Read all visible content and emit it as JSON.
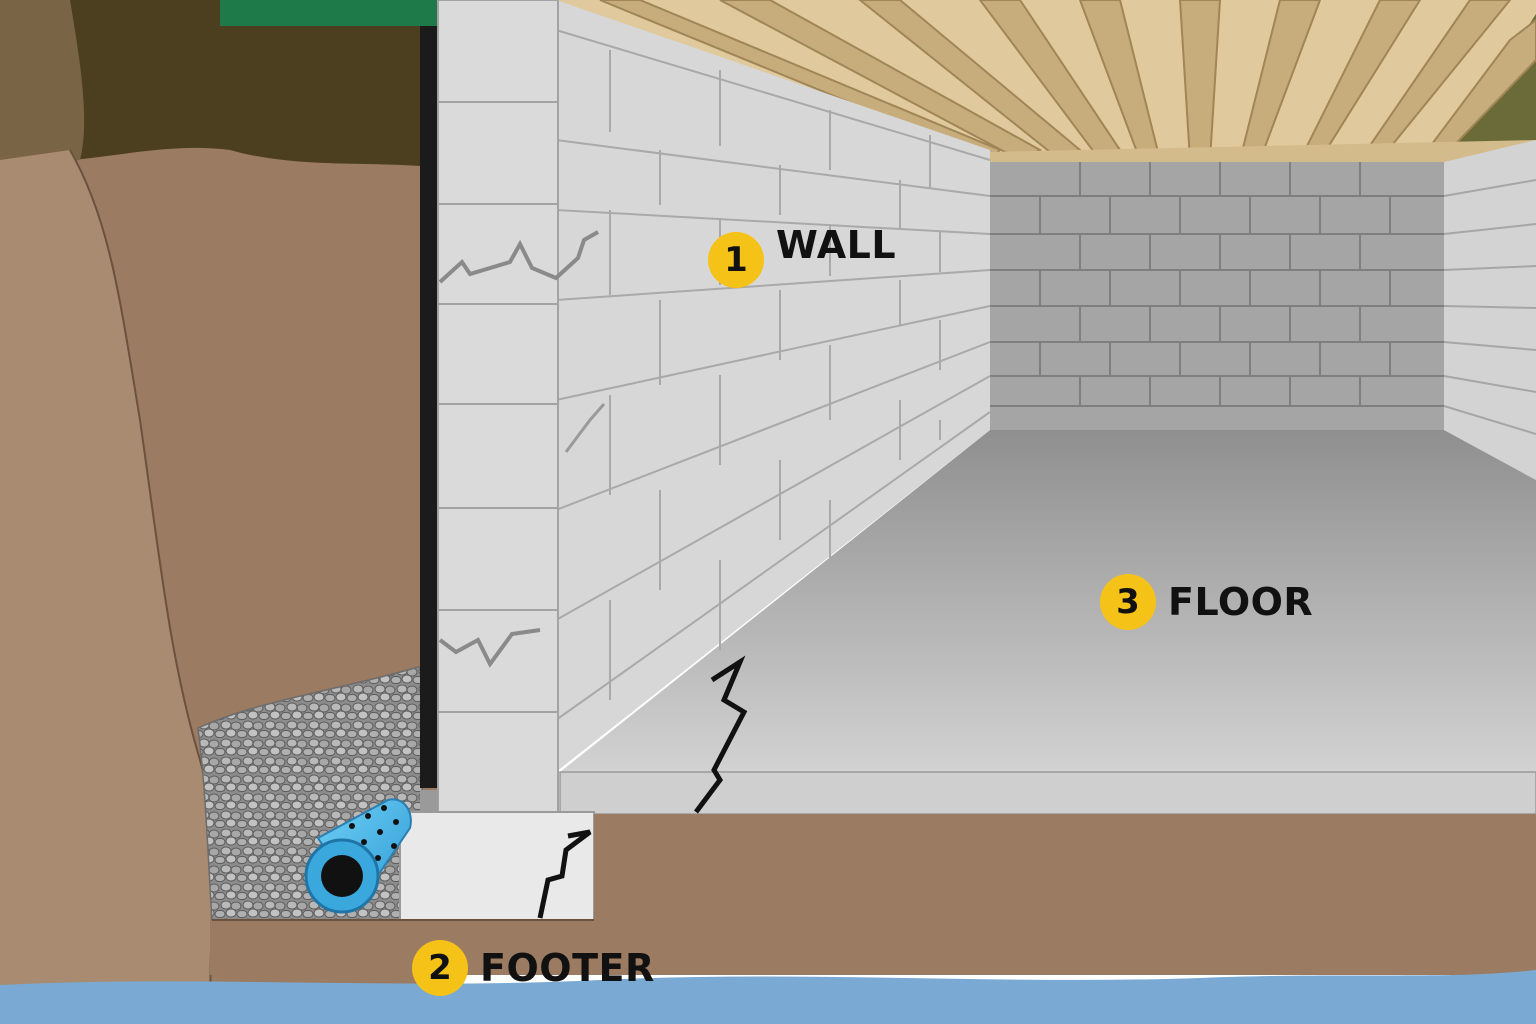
{
  "callouts": {
    "wall": {
      "number": "1",
      "label": "WALL"
    },
    "floor": {
      "number": "3",
      "label": "FLOOR"
    },
    "footer": {
      "number": "2",
      "label": "FOOTER"
    }
  },
  "colors": {
    "badge": "#f5c218",
    "soil": "#9b7b61",
    "water": "#7aaad4",
    "block": "#d9dadb",
    "floor": "#a8a8a8",
    "joist": "#d7b88a",
    "drain_pipe": "#4ab2e6",
    "grass": "#1e7a48"
  }
}
